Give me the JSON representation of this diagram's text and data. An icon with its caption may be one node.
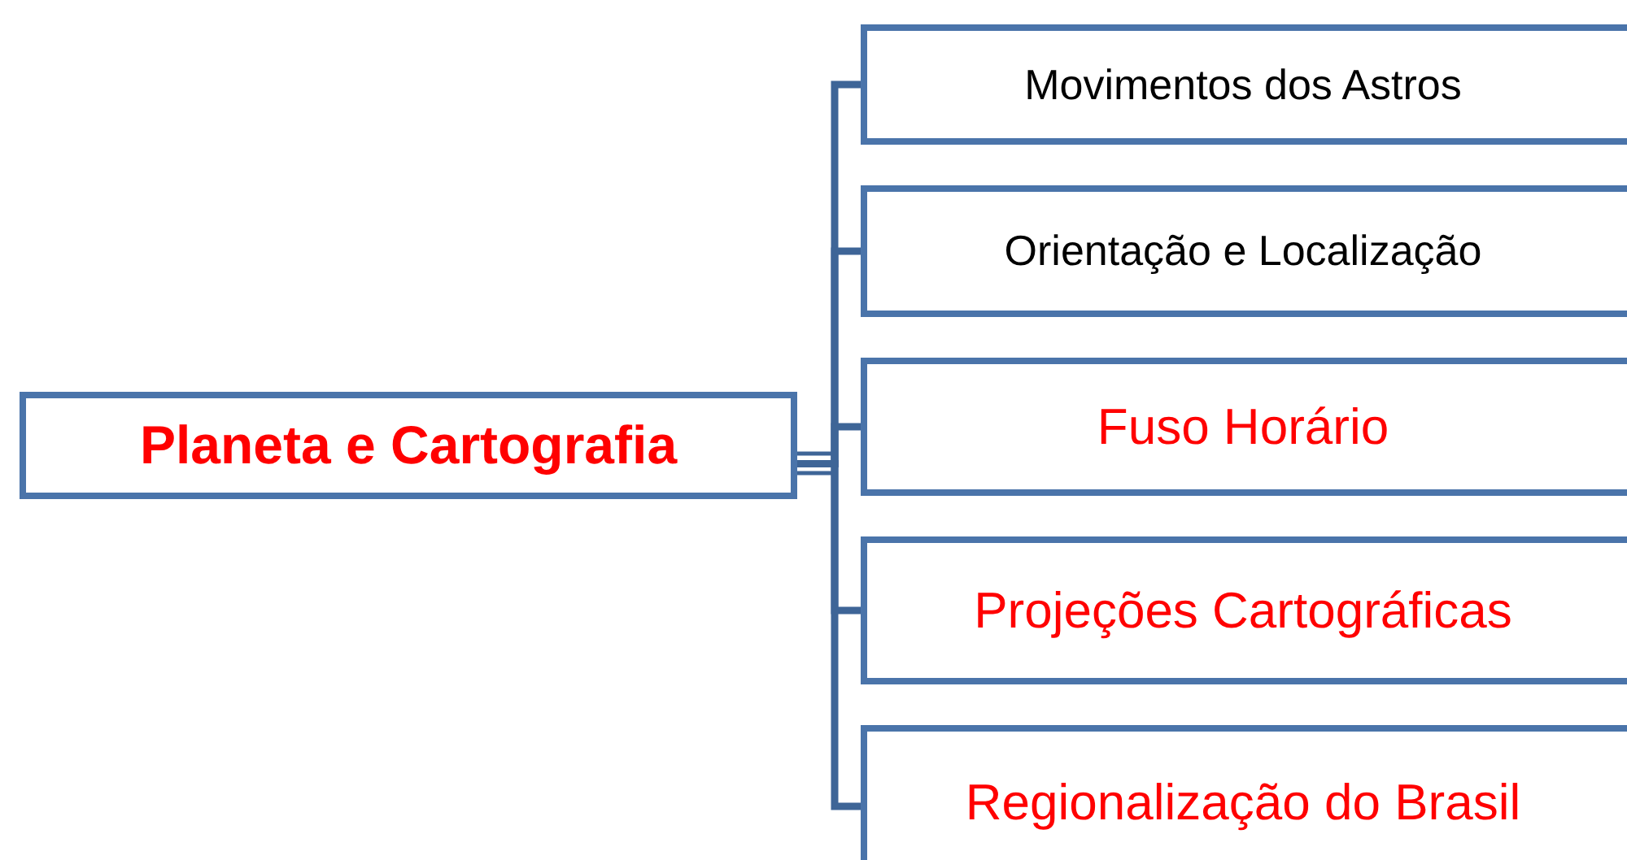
{
  "diagram": {
    "nodes": [
      {
        "text": [
          "Planeta e Cartografia"
        ]
      },
      {
        "text": [
          "Movimentos dos Astros"
        ]
      },
      {
        "text": [
          "Orientação e Localização"
        ]
      },
      {
        "text": [
          "Fuso Horário"
        ]
      },
      {
        "text": [
          "Projeções Cartográficas"
        ]
      },
      {
        "text": [
          "Regionalização do Brasil"
        ]
      }
    ],
    "edges": [
      {
        "from": 0,
        "to": 1,
        "arrow": "none"
      },
      {
        "from": 0,
        "to": 2,
        "arrow": "none"
      },
      {
        "from": 0,
        "to": 3,
        "arrow": "none"
      },
      {
        "from": 0,
        "to": 4,
        "arrow": "none"
      },
      {
        "from": 0,
        "to": 5,
        "arrow": "none"
      }
    ]
  }
}
